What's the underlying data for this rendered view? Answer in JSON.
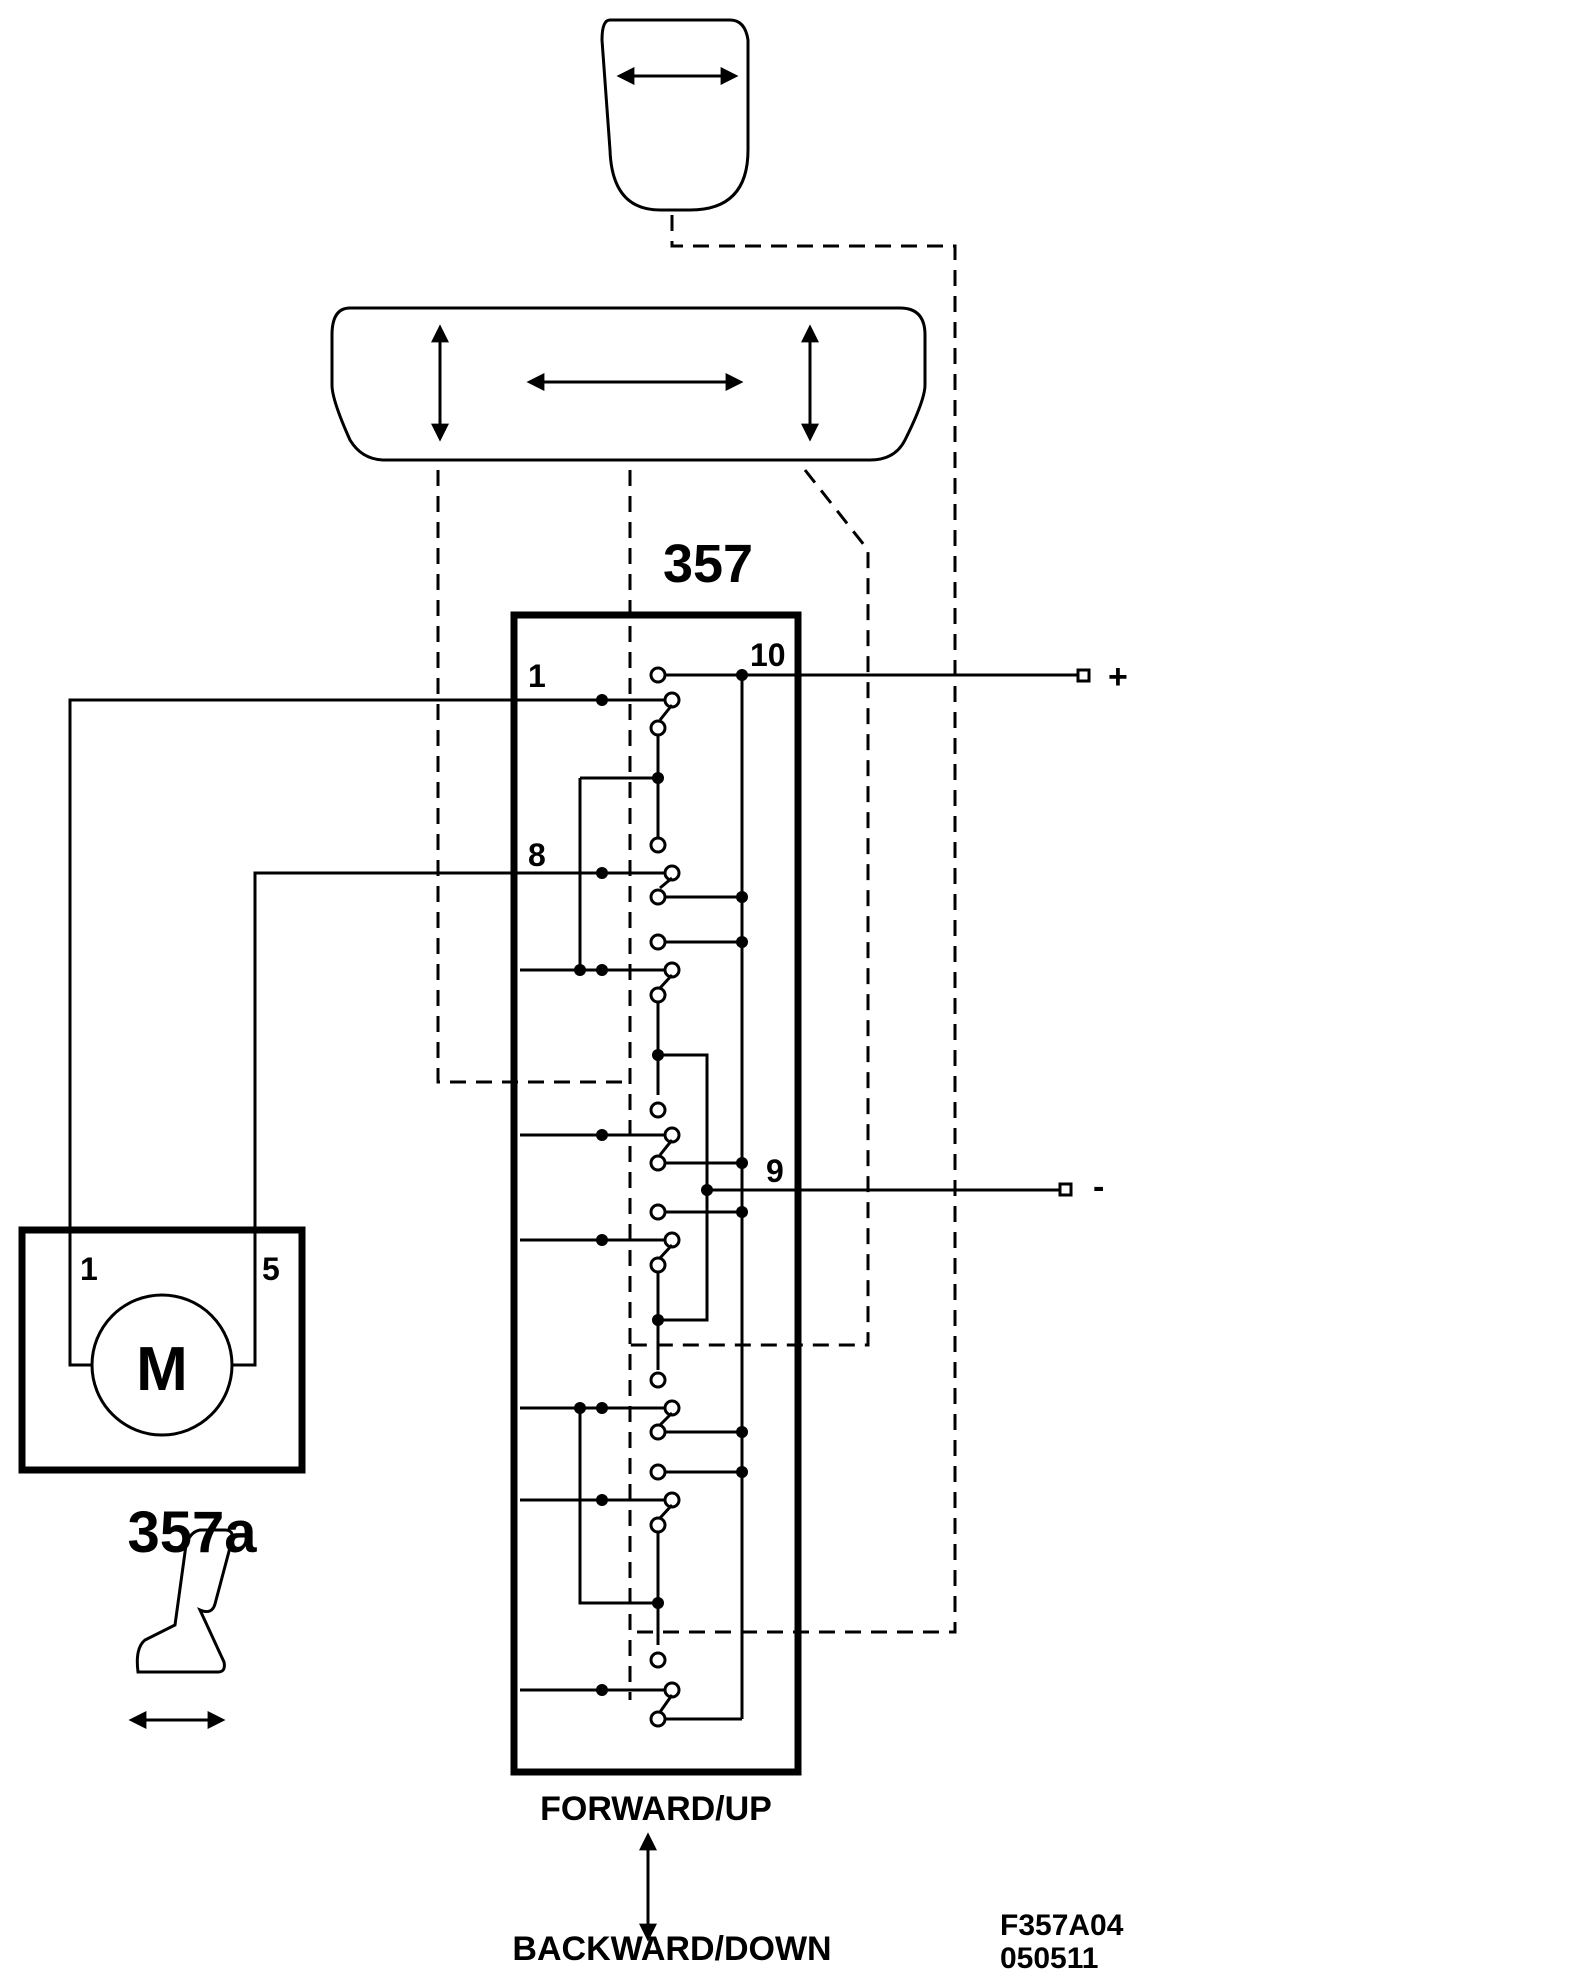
{
  "switch_label": "357",
  "motor_label": "357a",
  "motor_symbol": "M",
  "pins": {
    "p1": "1",
    "p8": "8",
    "p10": "10",
    "p9": "9",
    "m1": "1",
    "m5": "5"
  },
  "polarity": {
    "plus": "+",
    "minus": "-"
  },
  "direction_top": "FORWARD/UP",
  "direction_bottom": "BACKWARD/DOWN",
  "figure_code": "F357A04",
  "figure_date": "050511",
  "icons": [
    "head-restraint-icon",
    "seat-cushion-icon",
    "seat-icon",
    "arrow-icon"
  ]
}
